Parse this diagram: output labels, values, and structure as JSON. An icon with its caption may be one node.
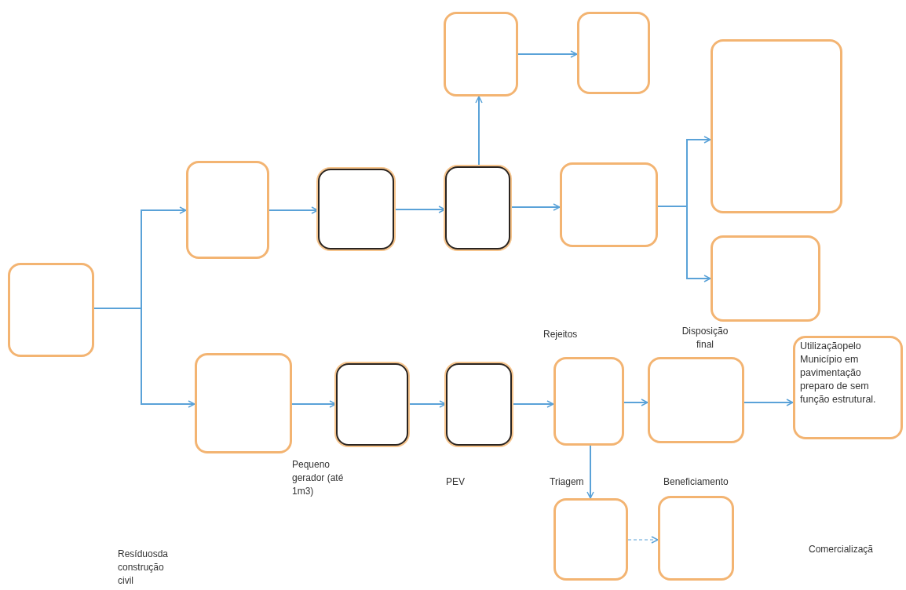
{
  "diagram": {
    "nodes": [
      {
        "text": [],
        "shape": "box"
      },
      {
        "text": [],
        "shape": "box"
      },
      {
        "text": [],
        "shape": "box"
      },
      {
        "text": [],
        "shape": "box"
      },
      {
        "text": [],
        "shape": "box"
      },
      {
        "text": [],
        "shape": "box"
      },
      {
        "text": [],
        "shape": "box"
      },
      {
        "text": [],
        "shape": "box"
      },
      {
        "text": [],
        "shape": "box"
      },
      {
        "text": [],
        "shape": "box"
      },
      {
        "text": [],
        "shape": "box"
      },
      {
        "text": [],
        "shape": "box"
      },
      {
        "text": [],
        "shape": "box"
      },
      {
        "text": [],
        "shape": "box"
      },
      {
        "text": [
          "Utilizaçãopelo Município em pavimentação preparo de sem função estrutural."
        ]
      },
      {
        "text": [],
        "shape": "box"
      },
      {
        "text": [],
        "shape": "box"
      }
    ],
    "edges": [
      {
        "from": 0,
        "to": 1,
        "arrow": "to"
      },
      {
        "from": 0,
        "to": 9,
        "arrow": "to"
      },
      {
        "from": 1,
        "to": 2,
        "arrow": "to"
      },
      {
        "from": 2,
        "to": 3,
        "arrow": "to"
      },
      {
        "from": 3,
        "to": 4,
        "arrow": "to"
      },
      {
        "from": 3,
        "to": 5,
        "arrow": "to"
      },
      {
        "from": 5,
        "to": 6,
        "arrow": "to"
      },
      {
        "from": 4,
        "to": 7,
        "arrow": "to"
      },
      {
        "from": 4,
        "to": 8,
        "arrow": "to"
      },
      {
        "from": 9,
        "to": 10,
        "arrow": "to"
      },
      {
        "from": 10,
        "to": 11,
        "arrow": "to"
      },
      {
        "from": 11,
        "to": 12,
        "arrow": "to"
      },
      {
        "from": 12,
        "to": 13,
        "arrow": "to"
      },
      {
        "from": 13,
        "to": 14,
        "arrow": "to"
      },
      {
        "from": 12,
        "to": 15,
        "arrow": "to"
      },
      {
        "from": 15,
        "to": 16,
        "arrow": "to",
        "style": "dashed"
      }
    ],
    "labels": [
      "Disposição final",
      "Rejeitos",
      "Pequeno gerador (até 1m3)",
      "PEV",
      "Triagem",
      "Beneficiamento",
      "Comercializaçã",
      "Resíduosda construção civil"
    ]
  }
}
